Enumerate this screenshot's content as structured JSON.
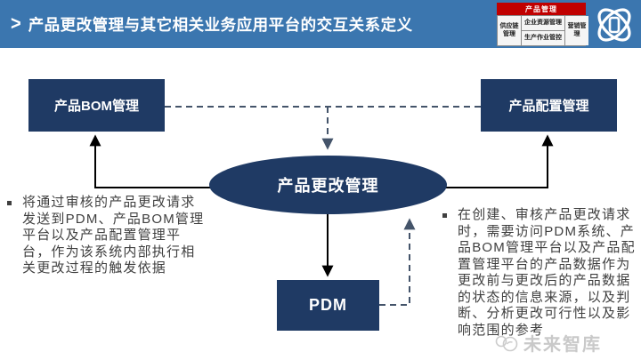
{
  "header": {
    "title_marker": ">",
    "title": "产品更改管理与其它相关业务应用平台的交互关系定义",
    "nav_table": {
      "header": "产品管理",
      "left": "供应链管理",
      "middle_top": "企业资源管理",
      "middle_bottom": "生产作业管控",
      "right": "营销管理"
    }
  },
  "diagram": {
    "nodes": {
      "bom": "产品BOM管理",
      "config": "产品配置管理",
      "center": "产品更改管理",
      "pdm": "PDM"
    }
  },
  "notes": {
    "left": "将通过审核的产品更改请求发送到PDM、产品BOM管理平台以及产品配置管理平台，作为该系统内部执行相关更改过程的触发依据",
    "right": "在创建、审核产品更改请求时，需要访问PDM系统、产品BOM管理平台以及产品配置管理平台的产品数据作为更改前与更改后的产品数据的状态的信息来源，以及判断、分析更改可行性以及影响范围的参考"
  },
  "watermark": "未来智库",
  "colors": {
    "header_blue": "#3B76AF",
    "node_navy": "#1F3A64",
    "table_red": "#C00000",
    "solid_arrow": "#000000",
    "dashed_arrow": "#44546A",
    "watermark_gray": "#C9C9C9"
  }
}
